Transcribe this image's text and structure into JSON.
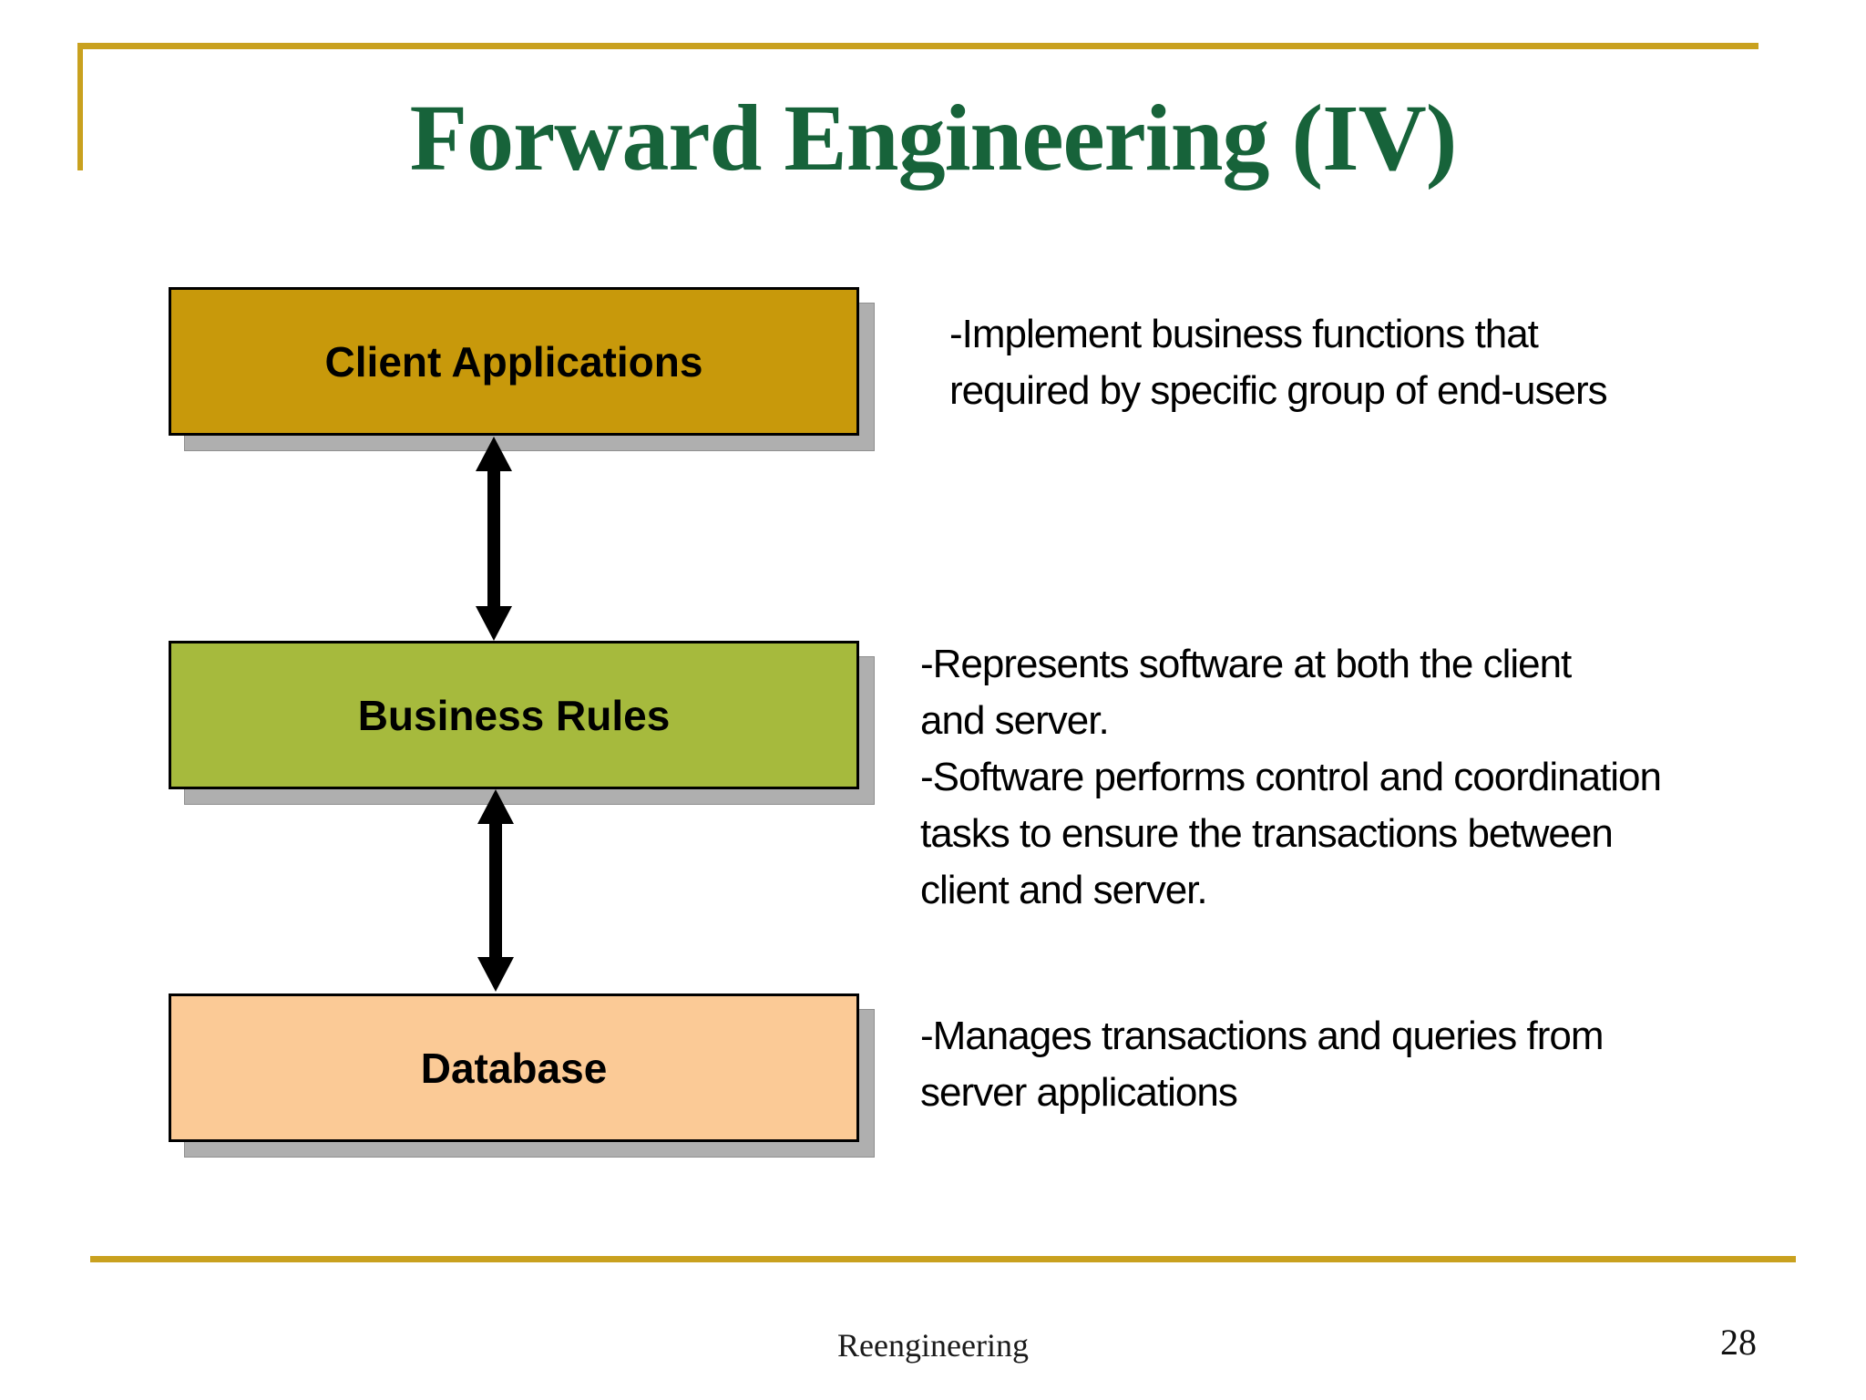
{
  "slide": {
    "title": "Forward Engineering (IV)",
    "footer": {
      "label": "Reengineering",
      "page_number": "28"
    }
  },
  "diagram": {
    "boxes": [
      {
        "label": "Client Applications",
        "fill": "#C8990B",
        "description": "-Implement business functions that\nrequired by specific group of end-users"
      },
      {
        "label": "Business Rules",
        "fill": "#A6BA3D",
        "description": "-Represents software at both the client\nand server.\n-Software performs control and coordination\ntasks to ensure the transactions between\nclient and server."
      },
      {
        "label": "Database",
        "fill": "#FBCA96",
        "description": "-Manages transactions and queries from\nserver applications"
      }
    ],
    "arrow_style": "double-headed-vertical"
  },
  "colors": {
    "accent_gold": "#C9A11F",
    "title_green": "#17633A",
    "box_border": "#000000",
    "shadow_gray": "#AFAFAF",
    "arrow_black": "#000000",
    "text_black": "#000000"
  }
}
